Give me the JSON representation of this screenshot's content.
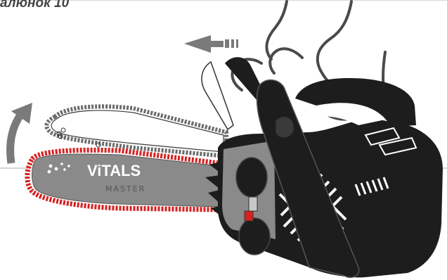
{
  "figure": {
    "caption": "алюнок 10"
  },
  "saw": {
    "brand_text": "ViTALS",
    "model_text": "MASTER",
    "colors": {
      "body": "#1d1d1d",
      "bar": "#8a8a8a",
      "bar_highlight": "#b4b4b4",
      "chain_highlight": "#d52121",
      "arrow": "#7a7a7a",
      "hand": "#555555"
    }
  },
  "icons": {
    "push_arrow": "arrow-left-icon",
    "rotate_arrow": "curved-arrow-up-icon",
    "hand": "hand-outline-icon"
  }
}
